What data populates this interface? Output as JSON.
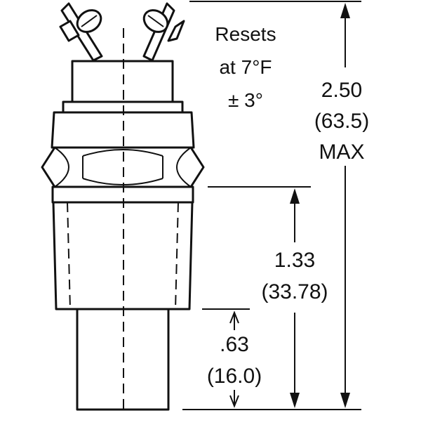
{
  "note": {
    "line1": "Resets",
    "line2": "at 7°F",
    "line3": "± 3°"
  },
  "dimensions": {
    "overall": {
      "value": "2.50",
      "metric": "(63.5)",
      "suffix": "MAX"
    },
    "body": {
      "value": "1.33",
      "metric": "(33.78)"
    },
    "probe": {
      "value": ".63",
      "metric": "(16.0)"
    }
  },
  "colors": {
    "ink": "#111111",
    "background": "#ffffff"
  }
}
